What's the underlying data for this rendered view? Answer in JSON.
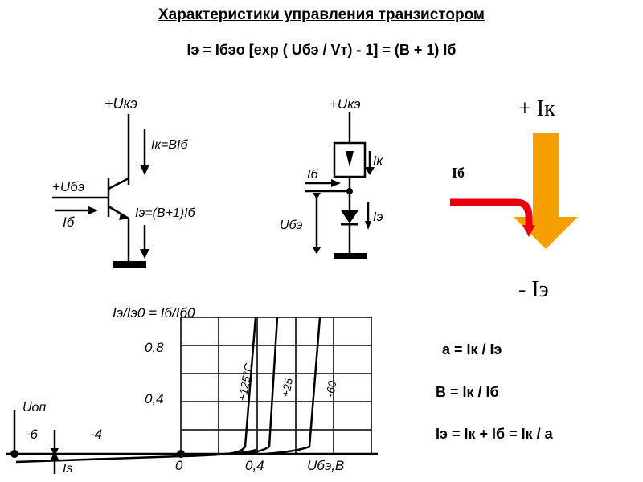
{
  "title": "Характеристики управления транзистором",
  "formula": "Iэ = Iбэо [exp ( Uбэ / Vт) - 1] = (B + 1) Iб",
  "circuit_left": {
    "supply": "+Uкэ",
    "input": "+Uбэ",
    "ib": "Iб",
    "ik": "Iк=BIб",
    "ie": "Iэ=(B+1)Iб"
  },
  "circuit_mid": {
    "supply": "+Uкэ",
    "ik": "Iк",
    "ib": "Iб",
    "ie": "Iэ",
    "ube": "Uбэ"
  },
  "arrow_diagram": {
    "plus_label": "+ Iк",
    "ib_label": "Iб",
    "minus_label": "- Iэ",
    "orange": "#f5a000",
    "red": "#e8000a"
  },
  "relations": {
    "alpha": "a = Iк / Iэ",
    "beta": "B = Iк / Iб",
    "sum": "Iэ = Iк + Iб = Iк / a"
  },
  "chart": {
    "ylabel": "Iэ/Iэ0 = Iб/Iб0",
    "y_ticks": [
      "0,8",
      "0,4"
    ],
    "x_ticks": [
      "-6",
      "-4",
      "0",
      "0,4"
    ],
    "xlabel": "Uбэ,В",
    "uop_label": "Uоп",
    "is_label": "Is",
    "curve_labels": [
      "+125°C",
      "+25",
      "-60"
    ]
  }
}
